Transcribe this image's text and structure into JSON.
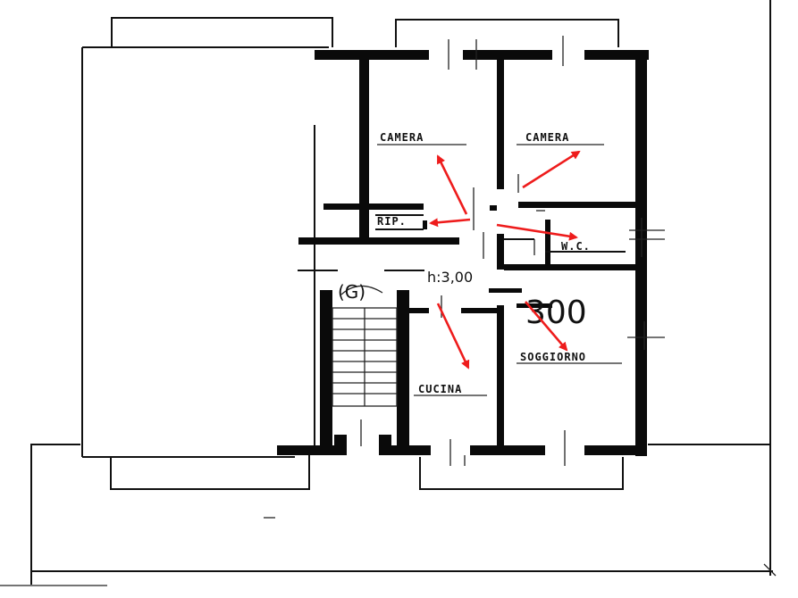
{
  "rooms": {
    "camera_1": "CAMERA",
    "camera_2": "CAMERA",
    "rip": "RIP.",
    "wc": "W.C.",
    "cucina": "CUCINA",
    "soggiorno": "SOGGIORNO"
  },
  "annotations": {
    "ceiling_height": "h:3,00",
    "height_mark": "300",
    "stair_mark": "(G)"
  },
  "colors": {
    "arrow": "#ee1c1c",
    "wall": "#0a0a0a"
  }
}
